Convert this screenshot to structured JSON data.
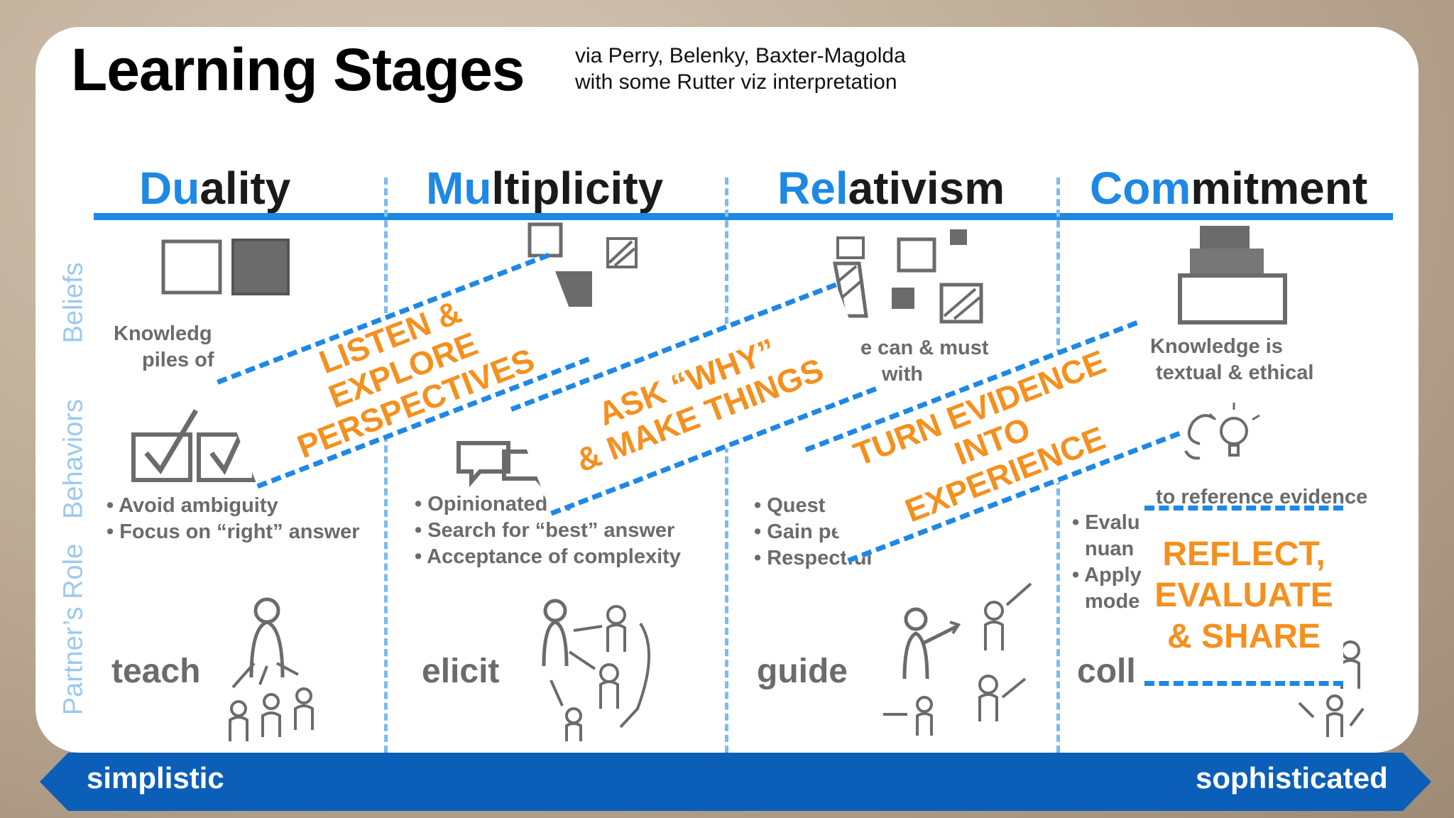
{
  "title": "Learning Stages",
  "credits": [
    "via Perry, Belenky, Baxter-Magolda",
    "with some Rutter viz interpretation"
  ],
  "stages": [
    {
      "highlight": "Du",
      "rest": "ality"
    },
    {
      "highlight": "Mu",
      "rest": "ltiplicity"
    },
    {
      "highlight": "Rel",
      "rest": "ativism"
    },
    {
      "highlight": "Com",
      "rest": "mitment"
    }
  ],
  "row_labels": {
    "beliefs": "Beliefs",
    "behaviors": "Behaviors",
    "partners_role": "Partner’s Role"
  },
  "beliefs": {
    "duality": [
      "Knowledg",
      "piles of"
    ],
    "relativism": [
      "e can & must",
      "with"
    ],
    "commitment": [
      "Knowledge is",
      "textual & ethical"
    ]
  },
  "behaviors": {
    "duality": [
      "• Avoid ambiguity",
      "• Focus on “right” answer"
    ],
    "multiplicity": [
      "• Opinionated di",
      "• Search for “best” answer",
      "• Acceptance of complexity"
    ],
    "relativism": [
      "• Quest for",
      "• Gain perso",
      "• Respectful"
    ],
    "commitment_top": "to reference evidence",
    "commitment": [
      "• Evalu",
      "nuan",
      "• Apply",
      "mode"
    ]
  },
  "roles": [
    "teach",
    "elicit",
    "guide",
    "coll"
  ],
  "overlays": [
    {
      "lines": [
        "LISTEN &",
        "EXPLORE",
        "PERSPECTIVES"
      ]
    },
    {
      "lines": [
        "ASK “WHY”",
        "& MAKE THINGS"
      ]
    },
    {
      "lines": [
        "TURN EVIDENCE",
        "INTO",
        "EXPERIENCE"
      ]
    },
    {
      "lines": [
        "REFLECT,",
        "EVALUATE",
        "& SHARE"
      ]
    }
  ],
  "scale": {
    "left": "simplistic",
    "right": "sophisticated"
  },
  "colors": {
    "accent_blue": "#1e88e5",
    "orange": "#f5901e",
    "sketch_gray": "#6b6b6b",
    "bar_blue": "#0b5fb8"
  }
}
